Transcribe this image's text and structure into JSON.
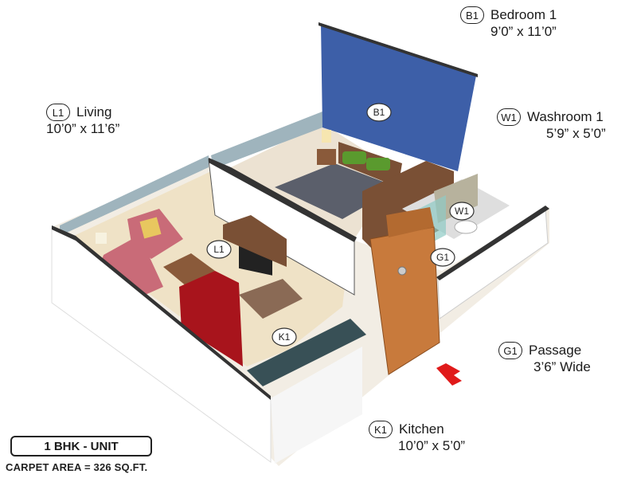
{
  "rooms": {
    "bedroom": {
      "code": "B1",
      "name": "Bedroom 1",
      "size": "9’0” x 11’0”"
    },
    "living": {
      "code": "L1",
      "name": "Living",
      "size": "10’0” x 11’6”"
    },
    "washroom": {
      "code": "W1",
      "name": "Washroom 1",
      "size": "5’9” x 5’0”"
    },
    "passage": {
      "code": "G1",
      "name": "Passage",
      "size": "3’6” Wide"
    },
    "kitchen": {
      "code": "K1",
      "name": "Kitchen",
      "size": "10’0” x 5’0”"
    }
  },
  "unit": {
    "type": "1 BHK - UNIT",
    "carpet_area": "CARPET AREA = 326 SQ.FT."
  },
  "colors": {
    "bedroom_wall": "#3d5fa8",
    "entry_arrow": "#e01a1a",
    "door": "#c87a3c",
    "fridge": "#a8141c"
  }
}
